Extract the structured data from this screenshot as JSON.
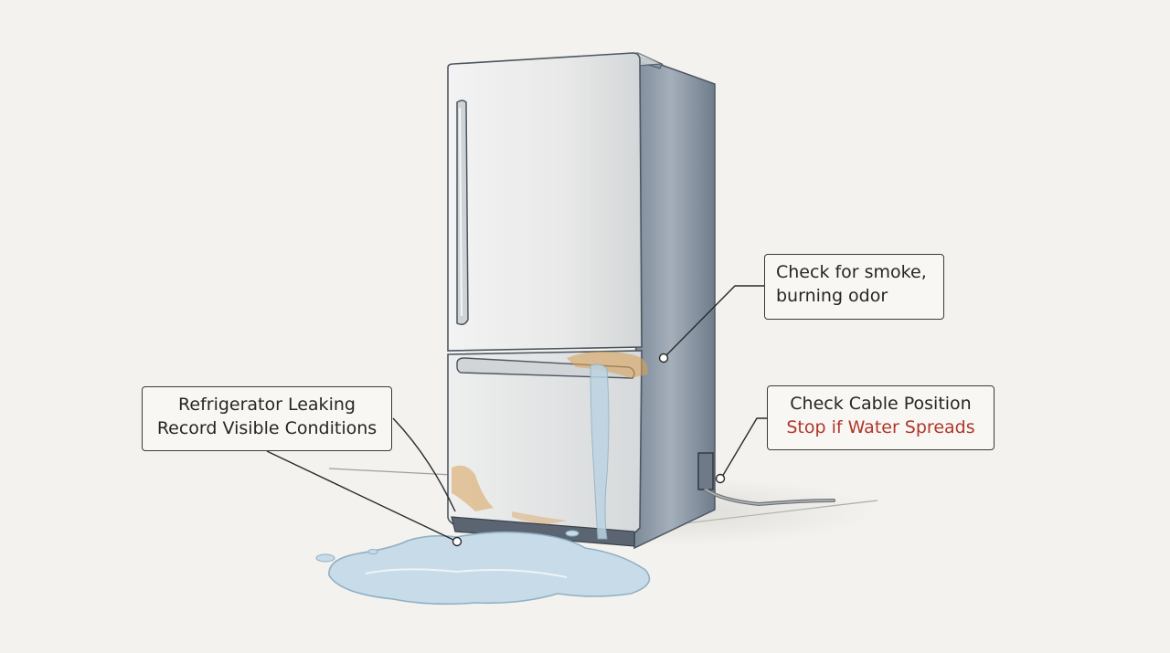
{
  "callouts": {
    "leak": {
      "line1": "Refrigerator Leaking",
      "line2": "Record Visible Conditions"
    },
    "smoke": {
      "line1": "Check for smoke,",
      "line2": "burning odor"
    },
    "cable": {
      "line1": "Check Cable Position",
      "line2": "Stop if Water Spreads"
    }
  },
  "colors": {
    "background": "#f3f2ee",
    "fridge_body": "#e9eae8",
    "fridge_side": "#8d99a6",
    "water": "#bcd3e2",
    "rust": "#d9a25a",
    "warning_text": "#b0362c",
    "leader_line": "#2a2a2a"
  }
}
